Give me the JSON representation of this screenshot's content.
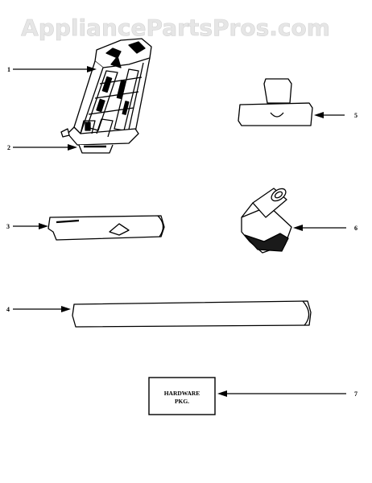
{
  "watermark": {
    "text": "AppliancePartsPros.com"
  },
  "diagram": {
    "callouts": [
      {
        "number": "1",
        "part": "power-nozzle-housing"
      },
      {
        "number": "2",
        "part": "nozzle-foot"
      },
      {
        "number": "3",
        "part": "crevice-tool"
      },
      {
        "number": "4",
        "part": "extension-wand"
      },
      {
        "number": "5",
        "part": "upholstery-tool"
      },
      {
        "number": "6",
        "part": "dusting-brush"
      },
      {
        "number": "7",
        "part": "hardware-package"
      }
    ],
    "hardware_box": {
      "line1": "HARDWARE",
      "line2": "PKG."
    }
  }
}
